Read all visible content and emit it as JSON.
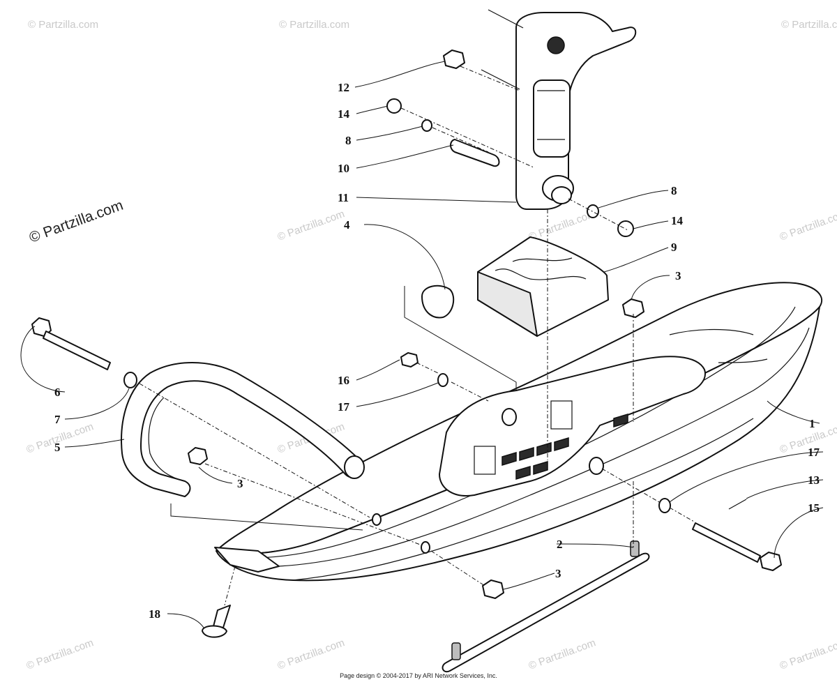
{
  "watermark": {
    "brand_main": "© Partzilla.com",
    "brand_tile": "© Partzilla.com"
  },
  "footer": {
    "text": "Page design © 2004-2017 by ARI Network Services, Inc."
  },
  "callouts": {
    "c1": "1",
    "c2": "2",
    "c3a": "3",
    "c3b": "3",
    "c3c": "3",
    "c4": "4",
    "c5": "5",
    "c6": "6",
    "c7": "7",
    "c8a": "8",
    "c8b": "8",
    "c9": "9",
    "c10": "10",
    "c11": "11",
    "c12": "12",
    "c13": "13",
    "c14a": "14",
    "c14b": "14",
    "c15": "15",
    "c16": "16",
    "c17a": "17",
    "c17b": "17",
    "c18": "18"
  }
}
